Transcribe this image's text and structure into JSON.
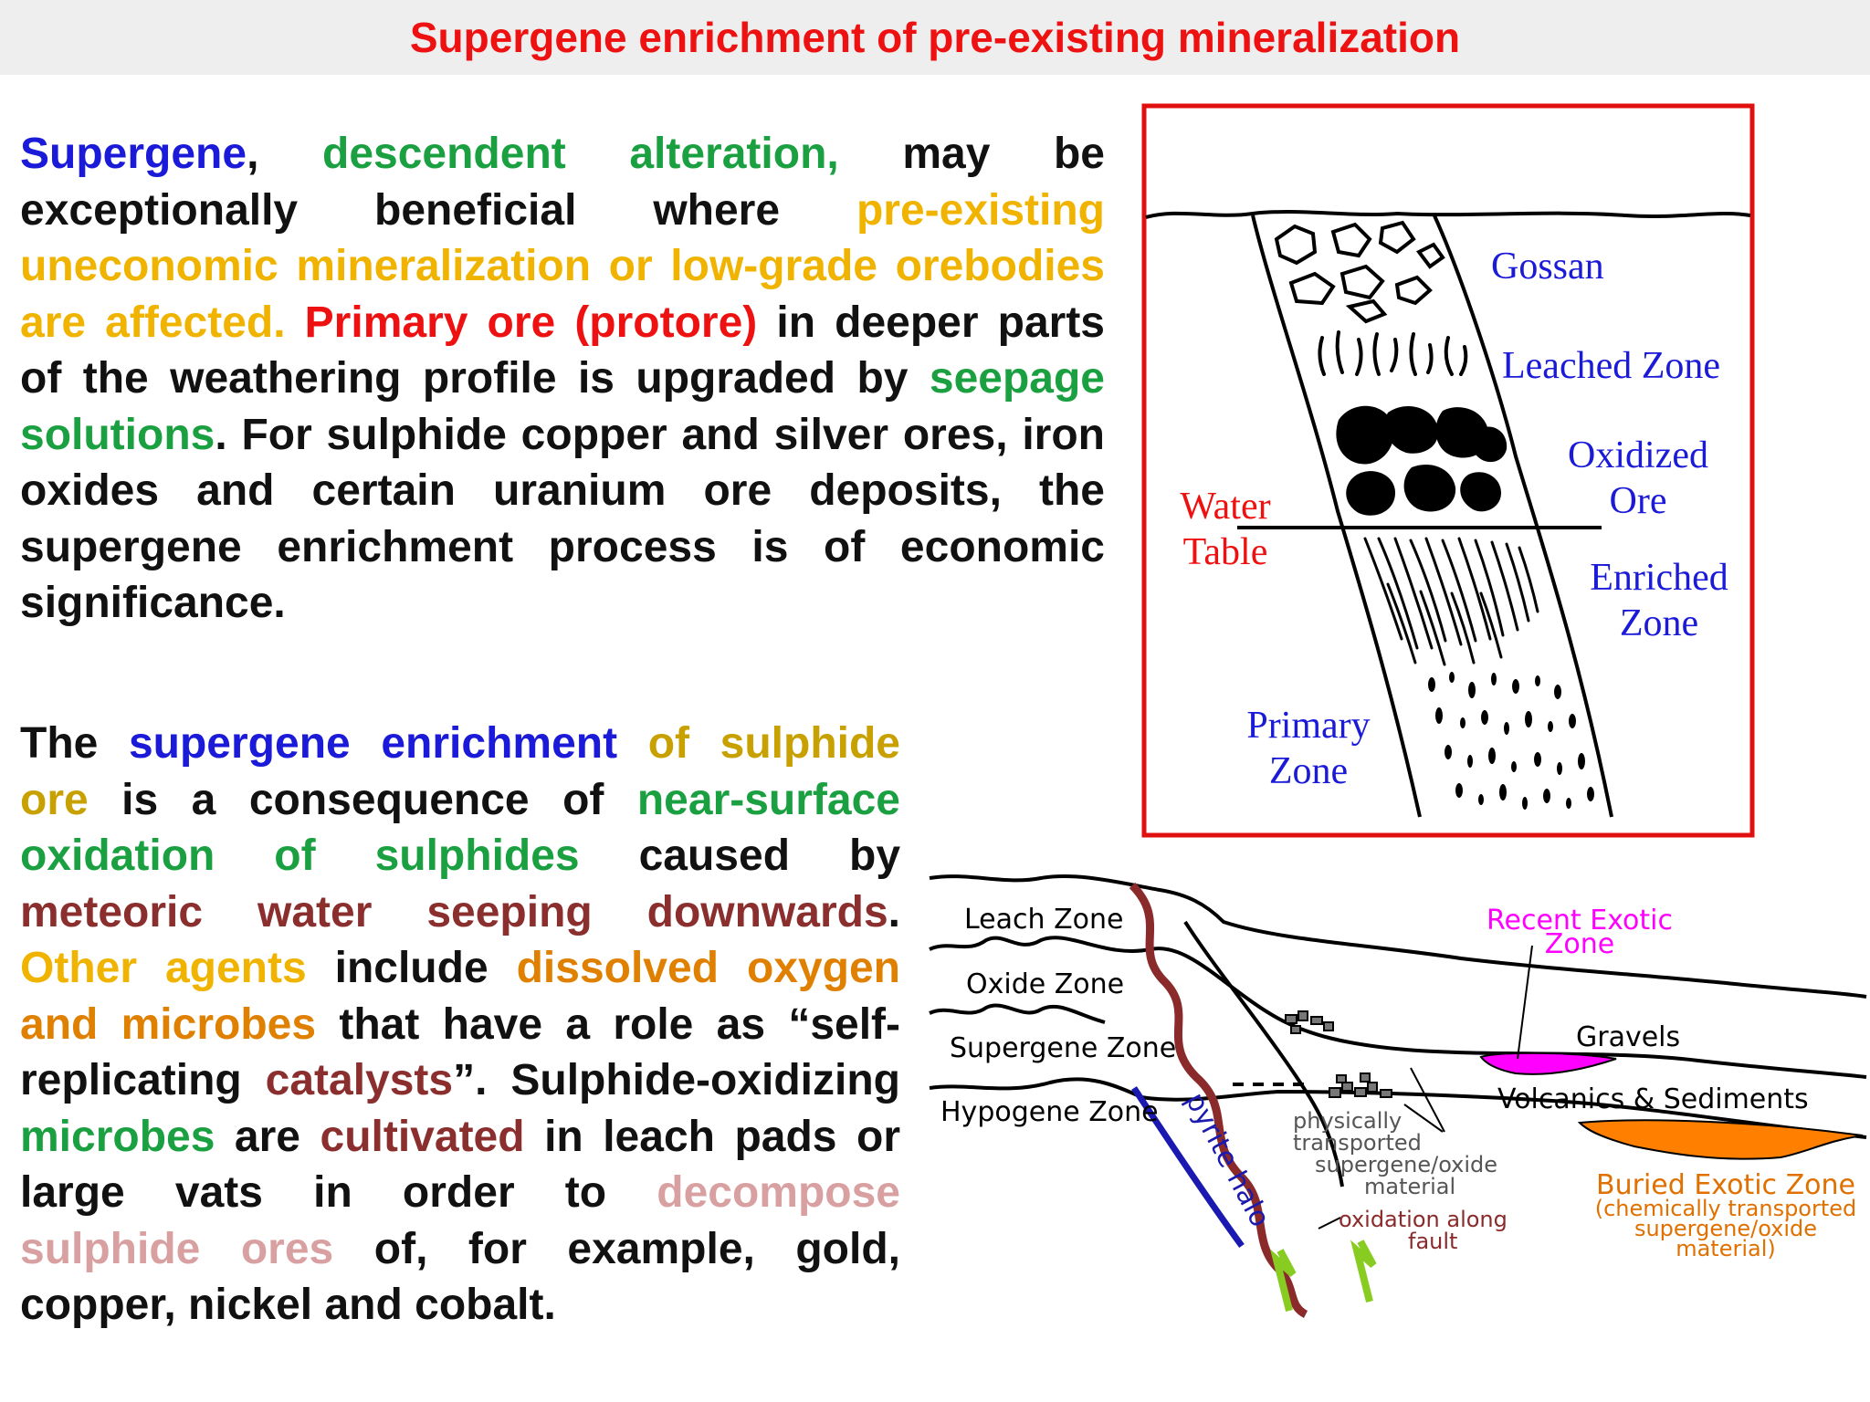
{
  "title": "Supergene enrichment of pre-existing mineralization",
  "paragraph1": {
    "t1": "Supergene",
    "t2": ", ",
    "t3": "descendent alteration,",
    "t4": " may be exceptionally beneficial where ",
    "t5": "pre-existing uneconomic mineralization or low-grade orebodies are affected.",
    "t6": " ",
    "t7": "Primary ore (protore)",
    "t8": " in deeper parts of the weathering profile is upgraded by ",
    "t9": "seepage solutions",
    "t10": ". For sulphide copper and silver ores, iron oxides and certain uranium ore deposits, the supergene enrichment process is of economic significance."
  },
  "paragraph2": {
    "t1": "The ",
    "t2": "supergene enrichment",
    "t3": " ",
    "t4": "of sulphide ore",
    "t5": " is a consequence of ",
    "t6": "near-surface oxidation of sulphides",
    "t7": " caused by ",
    "t8": "meteoric water seeping downwards",
    "t9": ". ",
    "t10": "Other agents",
    "t11": " include ",
    "t12": "dissolved oxygen and microbes",
    "t13": " that have a role as “self-replicating ",
    "t14": "catalysts",
    "t15": "”. Sulphide-oxidizing ",
    "t16": "microbes",
    "t17": " are ",
    "t18": "cultivated",
    "t19": " in leach pads or large vats in order to ",
    "t20": "decompose sulphide ores",
    "t21": " of, for example, gold, copper, nickel and cobalt."
  },
  "diagram1": {
    "gossan": "Gossan",
    "leached": "Leached Zone",
    "oxidized1": "Oxidized",
    "oxidized2": "Ore",
    "water1": "Water",
    "water2": "Table",
    "enriched1": "Enriched",
    "enriched2": "Zone",
    "primary1": "Primary",
    "primary2": "Zone"
  },
  "diagram2": {
    "leach": "Leach Zone",
    "oxide": "Oxide Zone",
    "supergene": "Supergene Zone",
    "hypogene": "Hypogene Zone",
    "pyrite": "pyrite halo",
    "recent1": "Recent Exotic",
    "recent2": "Zone",
    "gravels": "Gravels",
    "volcanics": "Volcanics & Sediments",
    "phys1": "physically",
    "phys2": "transported",
    "phys3": "supergene/oxide",
    "phys4": "material",
    "oxfault1": "oxidation along",
    "oxfault2": "fault",
    "buried1": "Buried Exotic Zone",
    "buried2": "(chemically transported",
    "buried3": "supergene/oxide",
    "buried4": "material)"
  },
  "colors": {
    "title": "#ee1111",
    "frame": "#e01010",
    "label_blue": "#1a1ad8",
    "label_red": "#ee1111",
    "magenta": "#ff00ff",
    "orange_zone": "#ff8000",
    "fault": "#8b2a2a",
    "pyrite_halo": "#1a1ab0",
    "arrows": "#88cc22"
  }
}
